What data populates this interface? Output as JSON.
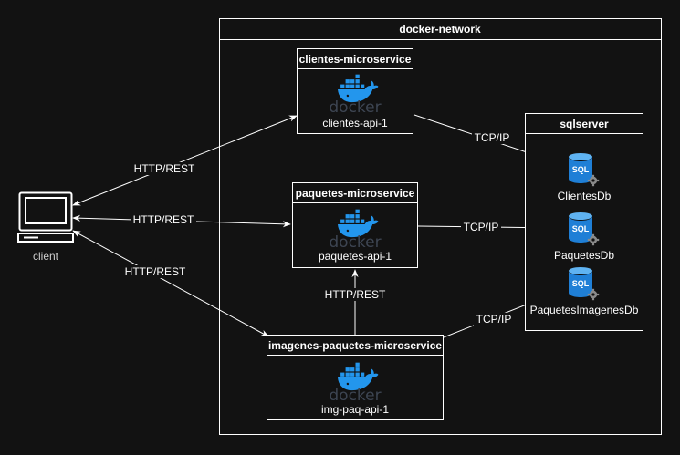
{
  "colors": {
    "background": "#121212",
    "stroke": "#ffffff",
    "docker_blue": "#2396ed",
    "sql_blue": "#1f7fd6",
    "gear": "#8a8a8a"
  },
  "network": {
    "title": "docker-network"
  },
  "client": {
    "label": "client",
    "icon": "computer-icon"
  },
  "services": {
    "clientes": {
      "title": "clientes-microservice",
      "container": "clientes-api-1",
      "logo_text": "docker"
    },
    "paquetes": {
      "title": "paquetes-microservice",
      "container": "paquetes-api-1",
      "logo_text": "docker"
    },
    "imagenes": {
      "title": "imagenes-paquetes-microservice",
      "container": "img-paq-api-1",
      "logo_text": "docker"
    }
  },
  "sqlserver": {
    "title": "sqlserver",
    "databases": [
      {
        "name": "ClientesDb",
        "icon_text": "SQL"
      },
      {
        "name": "PaquetesDb",
        "icon_text": "SQL"
      },
      {
        "name": "PaquetesImagenesDb",
        "icon_text": "SQL"
      }
    ]
  },
  "edges": {
    "client_clientes": "HTTP/REST",
    "client_paquetes": "HTTP/REST",
    "client_imagenes": "HTTP/REST",
    "imagenes_paquetes": "HTTP/REST",
    "clientes_db": "TCP/IP",
    "paquetes_db": "TCP/IP",
    "imagenes_db": "TCP/IP"
  }
}
